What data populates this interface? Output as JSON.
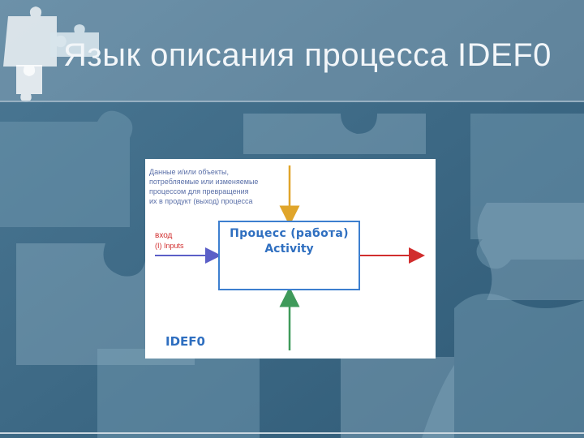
{
  "slide": {
    "title": "Язык описания процесса IDEF0"
  },
  "diagram": {
    "note_lines": [
      "Данные и/или объекты,",
      "потребляемые или изменяемые",
      "процессом для превращения",
      "их в продукт (выход) процесса"
    ],
    "input_label": "вход",
    "input_sublabel": "(I) Inputs",
    "process_line1": "Процесс (работа)",
    "process_line2": "Activity",
    "logo_label": "IDEF0",
    "colors": {
      "control_arrow": "#e0a52a",
      "input_arrow": "#5b5fc7",
      "output_arrow": "#d12e2e",
      "mechanism_arrow": "#3f9a5a",
      "box_border": "#3d7fcf"
    }
  },
  "background": {
    "pattern": "puzzle-pieces",
    "logo_icon": "puzzle-icon"
  }
}
